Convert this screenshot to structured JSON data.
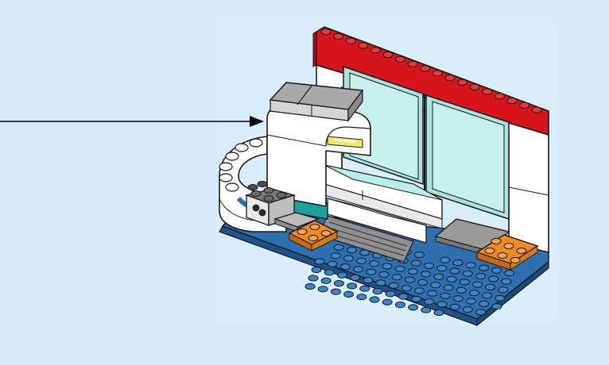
{
  "colors": {
    "background": "#d6ecfb",
    "roof_red": "#d7151c",
    "baseplate_blue": "#2e6fb0",
    "orange_tile": "#f08a24",
    "glass": "#a9e3df",
    "teal": "#1fa19b",
    "white_brick": "#ffffff",
    "grey_tile": "#9a9a9a",
    "outline": "#1a1a1a",
    "arrow": "#000000"
  },
  "diagram": {
    "arrow_target": "grey-roof-tile",
    "parts": [
      "red-roof-strip",
      "window-panes",
      "white-wall",
      "counter-bench",
      "grey-roof-tiles",
      "curved-front",
      "orange-tiles",
      "blue-baseplate",
      "technic-brick",
      "grey-tile"
    ]
  }
}
